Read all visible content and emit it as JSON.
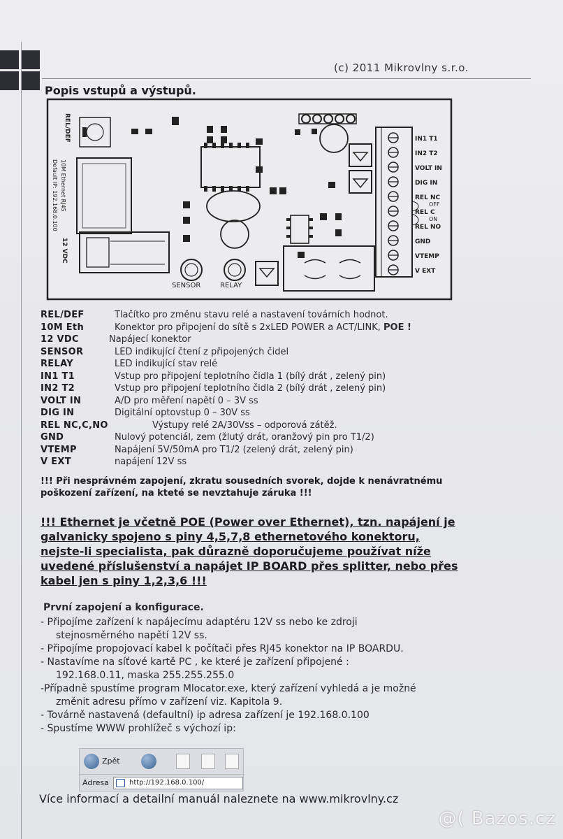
{
  "header": {
    "copyright": "(c) 2011 Mikrovlny s.r.o.",
    "section_title": "Popis vstupů a výstupů."
  },
  "board": {
    "left_labels": {
      "reldef": "REL/DEF",
      "ethernet": "10M Ethernet RJ45",
      "default_ip": "Default IP: 192.168.0.100",
      "power": "12 VDC"
    },
    "led_sensor": "SENSOR",
    "led_relay": "RELAY",
    "terminals": [
      "IN1 T1",
      "IN2 T2",
      "VOLT IN",
      "DIG IN",
      "REL NC",
      "REL C",
      "REL NO",
      "GND",
      "VTEMP",
      "V EXT"
    ],
    "relay_states": [
      "OFF",
      "ON"
    ]
  },
  "io_list": [
    {
      "key": "REL/DEF",
      "desc": "Tlačítko pro změnu stavu relé a nastavení továrních hodnot."
    },
    {
      "key": "10M Eth",
      "desc": "Konektor pro připojení do sítě s 2xLED POWER a ACT/LINK,",
      "desc_bold": "POE !"
    },
    {
      "key": "12 VDC",
      "desc": "Napájecí konektor"
    },
    {
      "key": "SENSOR",
      "desc": "LED indikující čtení z připojených čidel"
    },
    {
      "key": "RELAY",
      "desc": "LED indikující stav relé"
    },
    {
      "key": "IN1 T1",
      "desc": "Vstup pro připojení teplotního čidla 1 (bílý drát , zelený pin)"
    },
    {
      "key": "IN2 T2",
      "desc": "Vstup pro připojení teplotního čidla 2 (bílý drát , zelený pin)"
    },
    {
      "key": "VOLT IN",
      "desc": "A/D pro měření napětí 0 – 3V ss"
    },
    {
      "key": "DIG IN",
      "desc": "Digitální optovstup 0 – 30V ss"
    },
    {
      "key": "REL NC,C,NO",
      "desc": "Výstupy relé 2A/30Vss – odporová zátěž."
    },
    {
      "key": "GND",
      "desc": "Nulový potenciál, zem (žlutý drát, oranžový pin pro T1/2)"
    },
    {
      "key": "VTEMP",
      "desc": "Napájení 5V/50mA pro T1/2 (zelený drát, zelený pin)"
    },
    {
      "key": "V EXT",
      "desc": "napájení 12V ss"
    }
  ],
  "warning": {
    "line1": "!!! Při nesprávném zapojení, zkratu sousedních svorek, dojde k nenávratnému",
    "line2": "poškození zařízení, na kteté se nevztahuje záruka !!!"
  },
  "poe_notice": [
    "!!! Ethernet je včetně POE (Power over Ethernet), tzn. napájení je",
    "galvanicky spojeno s piny 4,5,7,8 ethernetového konektoru,",
    "nejste-li specialista, pak důrazně doporučujeme používat níže",
    "uvedené příslušenství a napájet IP BOARD  přes splitter, nebo přes",
    "kabel jen s piny 1,2,3,6 !!!"
  ],
  "config": {
    "title": "První zapojení a konfigurace.",
    "lines": [
      {
        "text": "- Připojíme zařízení k napájecímu adaptéru 12V ss nebo ke zdroji",
        "indent": false
      },
      {
        "text": "stejnosměrného napětí 12V ss.",
        "indent": true
      },
      {
        "text": "- Připojíme propojovací kabel k počítači přes  RJ45 konektor na IP BOARDU.",
        "indent": false
      },
      {
        "text": "- Nastavíme na síťové kartě PC , ke které je zařízení připojené :",
        "indent": false
      },
      {
        "text": "192.168.0.11, maska 255.255.255.0",
        "indent": true
      },
      {
        "text": "-Případně spustíme program Mlocator.exe, který zařízení vyhledá a je možné",
        "indent": false
      },
      {
        "text": "změnit adresu přímo v zařízení viz. Kapitola 9.",
        "indent": true
      },
      {
        "text": "- Továrně nastavená (defaultní) ip adresa zařízení je 192.168.0.100",
        "indent": false
      },
      {
        "text": "- Spustíme WWW prohlížeč  s výchozí  ip:",
        "indent": false
      }
    ]
  },
  "browser": {
    "back_label": "Zpět",
    "address_label": "Adresa",
    "url": "http://192.168.0.100/"
  },
  "footer": "Více informací a detailní manuál naleznete na www.mikrovlny.cz",
  "watermark": "@( Bazos.cz"
}
